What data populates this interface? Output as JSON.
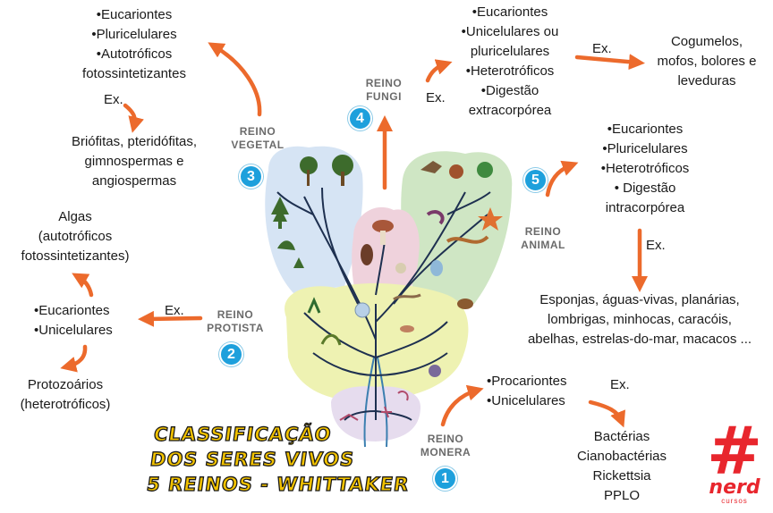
{
  "title_lines": [
    "CLASSIFICAÇÃO",
    "DOS SERES VIVOS",
    "5 REINOS - WHITTAKER"
  ],
  "example_label": "Ex.",
  "kingdoms": {
    "vegetal": {
      "name_lines": [
        "REINO",
        "VEGETAL"
      ],
      "number": "3",
      "traits": [
        "•Eucariontes",
        "•Pluricelulares",
        "•Autotróficos",
        "fotossintetizantes"
      ],
      "examples": [
        "Briófitas, pteridófitas,",
        "gimnospermas e",
        "angiospermas"
      ]
    },
    "fungi": {
      "name_lines": [
        "REINO",
        "FUNGI"
      ],
      "number": "4",
      "traits": [
        "•Eucariontes",
        "•Unicelulares ou",
        "pluricelulares",
        "•Heterotróficos",
        "•Digestão",
        "extracorpórea"
      ],
      "examples": [
        "Cogumelos,",
        "mofos, bolores e",
        "leveduras"
      ]
    },
    "animal": {
      "name_lines": [
        "REINO",
        "ANIMAL"
      ],
      "number": "5",
      "traits": [
        "•Eucariontes",
        "•Pluricelulares",
        "•Heterotróficos",
        "•  Digestão",
        "intracorpórea"
      ],
      "examples": [
        "Esponjas, águas-vivas, planárias,",
        "lombrigas, minhocas, caracóis,",
        "abelhas, estrelas-do-mar, macacos ..."
      ]
    },
    "protista": {
      "name_lines": [
        "REINO",
        "PROTISTA"
      ],
      "number": "2",
      "traits": [
        "•Eucariontes",
        "•Unicelulares"
      ],
      "examples_top": [
        "Algas",
        "(autotróficos",
        "fotossintetizantes)"
      ],
      "examples_bottom": [
        "Protozoários",
        "(heterotróficos)"
      ]
    },
    "monera": {
      "name_lines": [
        "REINO",
        "MONERA"
      ],
      "number": "1",
      "traits": [
        "•Procariontes",
        "•Unicelulares"
      ],
      "examples": [
        "Bactérias",
        "Cianobactérias",
        "Rickettsia",
        "PPLO"
      ]
    }
  },
  "logo": {
    "brand": "nerd",
    "sub": "cursos"
  },
  "colors": {
    "arrow": "#ec6a2c",
    "badge": "#1ea0dc",
    "vegetal_region": "#d6e4f4",
    "fungi_region": "#efd2dc",
    "animal_region": "#cfe6c4",
    "protista_region": "#eef2b2",
    "monera_region": "#e6dcee",
    "title_fill": "#f2c200",
    "logo": "#e8262d"
  }
}
